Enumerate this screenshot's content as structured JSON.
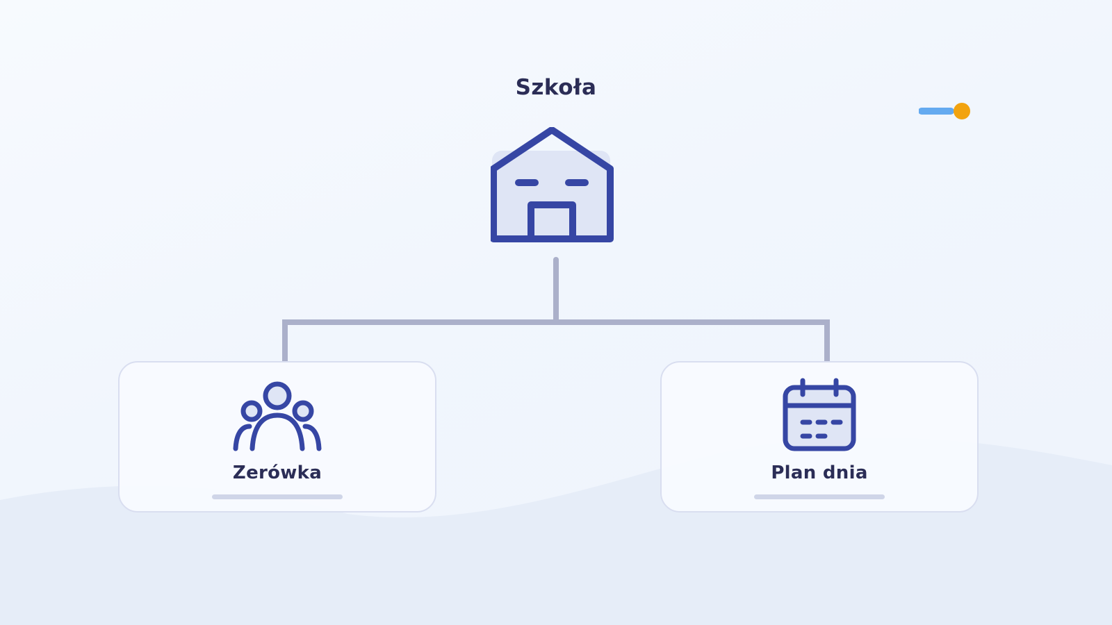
{
  "diagram": {
    "type": "tree",
    "root": {
      "label": "Szkoła",
      "icon": "school-building-icon"
    },
    "children": [
      {
        "label": "Zerówka",
        "icon": "group-people-icon"
      },
      {
        "label": "Plan dnia",
        "icon": "calendar-icon"
      }
    ]
  },
  "colors": {
    "icon_primary": "#3646a4",
    "icon_fill": "#dfe5f5",
    "connector": "#abb0ca",
    "text": "#2b2d56",
    "accent_blue": "#64aaf0",
    "accent_orange": "#f2a30f"
  }
}
